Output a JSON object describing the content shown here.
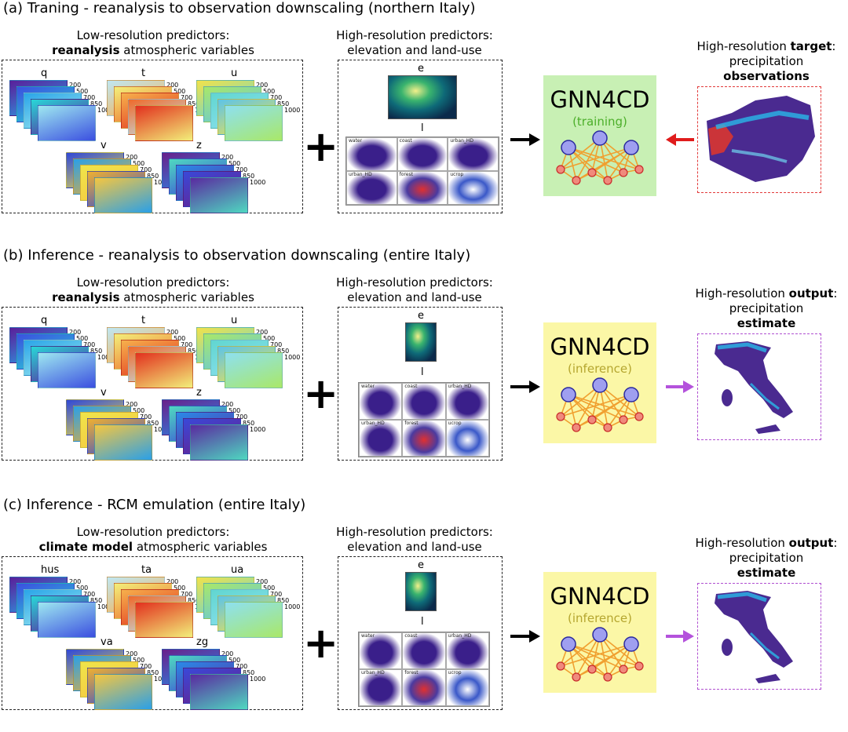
{
  "colors": {
    "training_box": "#c8f0b4",
    "inference_box": "#fbf7a6",
    "training_mode_text": "#4caf2a",
    "inference_mode_text": "#b5a630",
    "target_frame": "#e23a3a",
    "output_frame": "#b04fd0",
    "target_arrow": "#e01c1c",
    "output_arrow": "#b452dc",
    "node_top": "#9f9ff0",
    "node_bottom": "#f08a7c",
    "edge": "#f0a030"
  },
  "icons": {
    "plus": "plus-icon",
    "arrow": "arrow-right-icon",
    "gnn": "graph-network-icon"
  },
  "rows": [
    {
      "title": "(a) Traning - reanalysis to observation downscaling (northern Italy)",
      "low_caption_line1": "Low-resolution predictors:",
      "low_caption_bold": "reanalysis",
      "low_caption_rest": " atmospheric variables",
      "variables": [
        "q",
        "t",
        "u",
        "v",
        "z"
      ],
      "levels": [
        "200",
        "500",
        "700",
        "850",
        "1000"
      ],
      "high_caption_line1": "High-resolution predictors:",
      "high_caption_line2": "elevation and land-use",
      "elevation_label": "e",
      "landuse_label": "l",
      "landuse_classes": [
        "water",
        "coast",
        "urban_HD",
        "urban_HD",
        "forest",
        "ucrop"
      ],
      "model_name": "GNN4CD",
      "mode": "(training)",
      "output_caption_line1": "High-resolution ",
      "output_caption_bold1": "target",
      "output_caption_after1": ":",
      "output_caption_line2": "precipitation",
      "output_caption_bold2": "observations",
      "output_caption_line3": ""
    },
    {
      "title": "(b) Inference - reanalysis to observation downscaling (entire Italy)",
      "low_caption_line1": "Low-resolution predictors:",
      "low_caption_bold": "reanalysis",
      "low_caption_rest": " atmospheric variables",
      "variables": [
        "q",
        "t",
        "u",
        "v",
        "z"
      ],
      "levels": [
        "200",
        "500",
        "700",
        "850",
        "1000"
      ],
      "high_caption_line1": "High-resolution predictors:",
      "high_caption_line2": "elevation and land-use",
      "elevation_label": "e",
      "landuse_label": "l",
      "landuse_classes": [
        "water",
        "coast",
        "urban_HD",
        "urban_HD",
        "forest",
        "ucrop"
      ],
      "model_name": "GNN4CD",
      "mode": "(inference)",
      "output_caption_line1": "High-resolution ",
      "output_caption_bold1": "output",
      "output_caption_after1": ":",
      "output_caption_line2": "precipitation ",
      "output_caption_bold2": "estimate",
      "output_caption_line3": ""
    },
    {
      "title": "(c) Inference - RCM emulation (entire Italy)",
      "low_caption_line1": "Low-resolution predictors:",
      "low_caption_bold": "climate model",
      "low_caption_rest": " atmospheric variables",
      "variables": [
        "hus",
        "ta",
        "ua",
        "va",
        "zg"
      ],
      "levels": [
        "200",
        "500",
        "700",
        "850",
        "1000"
      ],
      "high_caption_line1": "High-resolution predictors:",
      "high_caption_line2": "elevation and land-use",
      "elevation_label": "e",
      "landuse_label": "l",
      "landuse_classes": [
        "water",
        "coast",
        "urban_HD",
        "urban_HD",
        "forest",
        "ucrop"
      ],
      "model_name": "GNN4CD",
      "mode": "(inference)",
      "output_caption_line1": "High-resolution ",
      "output_caption_bold1": "output",
      "output_caption_after1": ":",
      "output_caption_line2": "precipitation ",
      "output_caption_bold2": "estimate",
      "output_caption_line3": ""
    }
  ]
}
